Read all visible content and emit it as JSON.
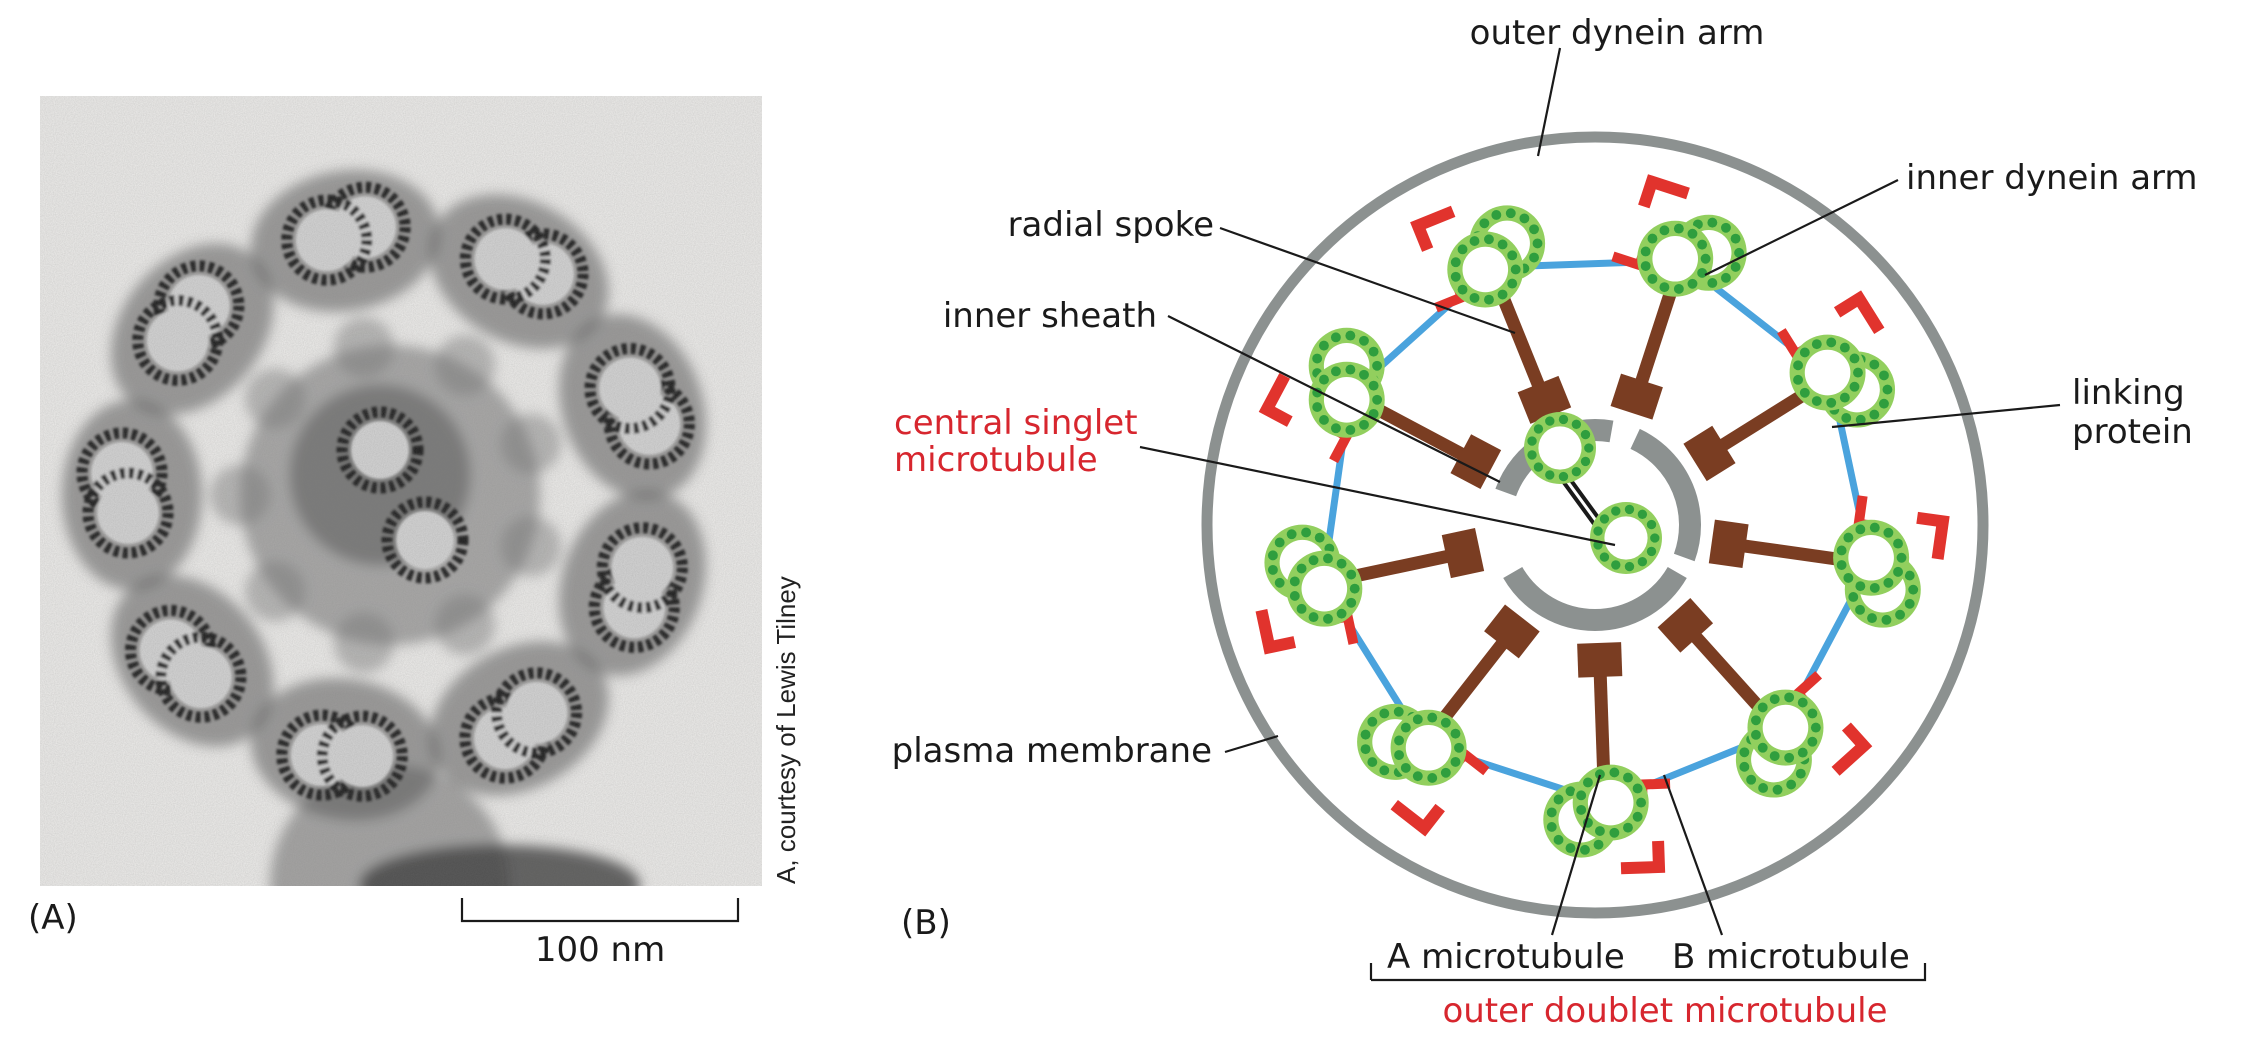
{
  "panel_a": {
    "label": "(A)",
    "scale_bar": "100 nm",
    "credit": "A, courtesy of Lewis Tilney"
  },
  "panel_b": {
    "label": "(B)",
    "labels": {
      "outer_dynein_arm": "outer dynein arm",
      "inner_dynein_arm": "inner dynein arm",
      "radial_spoke": "radial spoke",
      "inner_sheath": "inner sheath",
      "central_singlet_1": "central singlet",
      "central_singlet_2": "microtubule",
      "linking_protein_1": "linking",
      "linking_protein_2": "protein",
      "plasma_membrane": "plasma membrane",
      "a_microtubule": "A microtubule",
      "b_microtubule": "B microtubule",
      "outer_doublet": "outer doublet microtubule"
    }
  },
  "colors": {
    "membrane": "#8c9190",
    "tubule_ring": "#92cf5e",
    "tubule_dot": "#2f9e3e",
    "dynein": "#e1332d",
    "spoke": "#7a3d22",
    "linker": "#4aa3dd",
    "red_text": "#d7262e"
  }
}
